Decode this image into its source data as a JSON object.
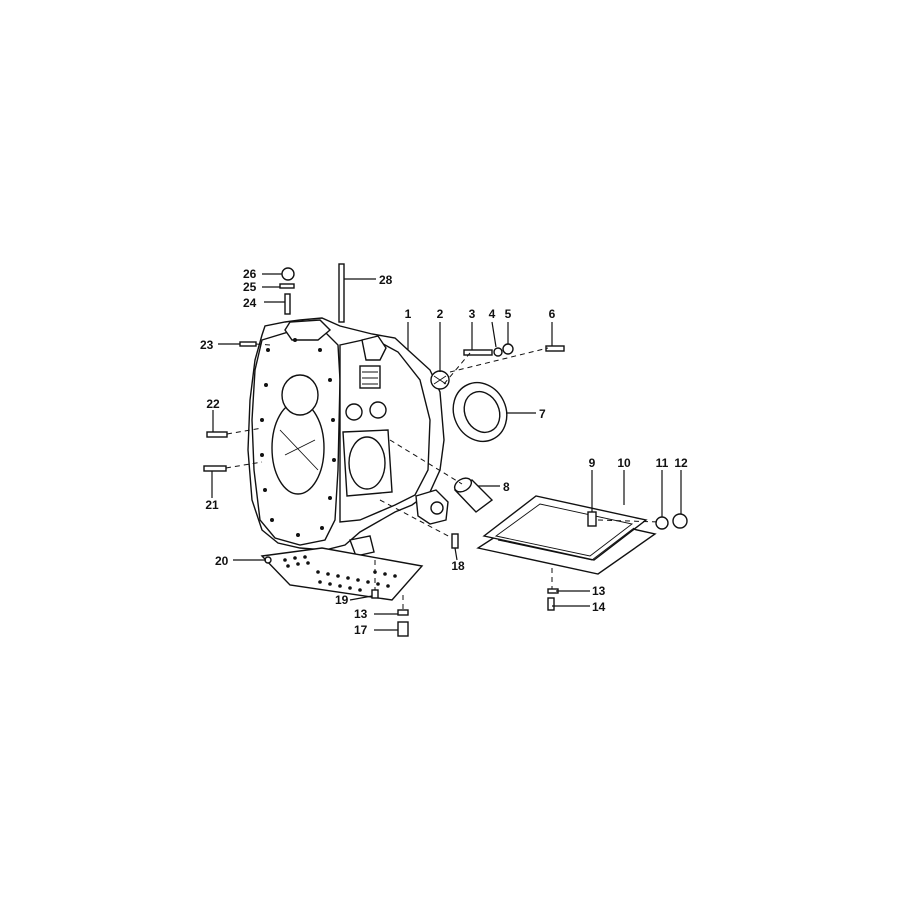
{
  "callouts": [
    {
      "id": "c1",
      "text": "1"
    },
    {
      "id": "c2",
      "text": "2"
    },
    {
      "id": "c3",
      "text": "3"
    },
    {
      "id": "c4",
      "text": "4"
    },
    {
      "id": "c5",
      "text": "5"
    },
    {
      "id": "c6",
      "text": "6"
    },
    {
      "id": "c7",
      "text": "7"
    },
    {
      "id": "c8",
      "text": "8"
    },
    {
      "id": "c9",
      "text": "9"
    },
    {
      "id": "c10",
      "text": "10"
    },
    {
      "id": "c11",
      "text": "11"
    },
    {
      "id": "c12",
      "text": "12"
    },
    {
      "id": "c13a",
      "text": "13"
    },
    {
      "id": "c14",
      "text": "14"
    },
    {
      "id": "c13b",
      "text": "13"
    },
    {
      "id": "c17",
      "text": "17"
    },
    {
      "id": "c18",
      "text": "18"
    },
    {
      "id": "c19",
      "text": "19"
    },
    {
      "id": "c20",
      "text": "20"
    },
    {
      "id": "c21",
      "text": "21"
    },
    {
      "id": "c22",
      "text": "22"
    },
    {
      "id": "c23",
      "text": "23"
    },
    {
      "id": "c24",
      "text": "24"
    },
    {
      "id": "c25",
      "text": "25"
    },
    {
      "id": "c26",
      "text": "26"
    },
    {
      "id": "c28",
      "text": "28"
    }
  ]
}
